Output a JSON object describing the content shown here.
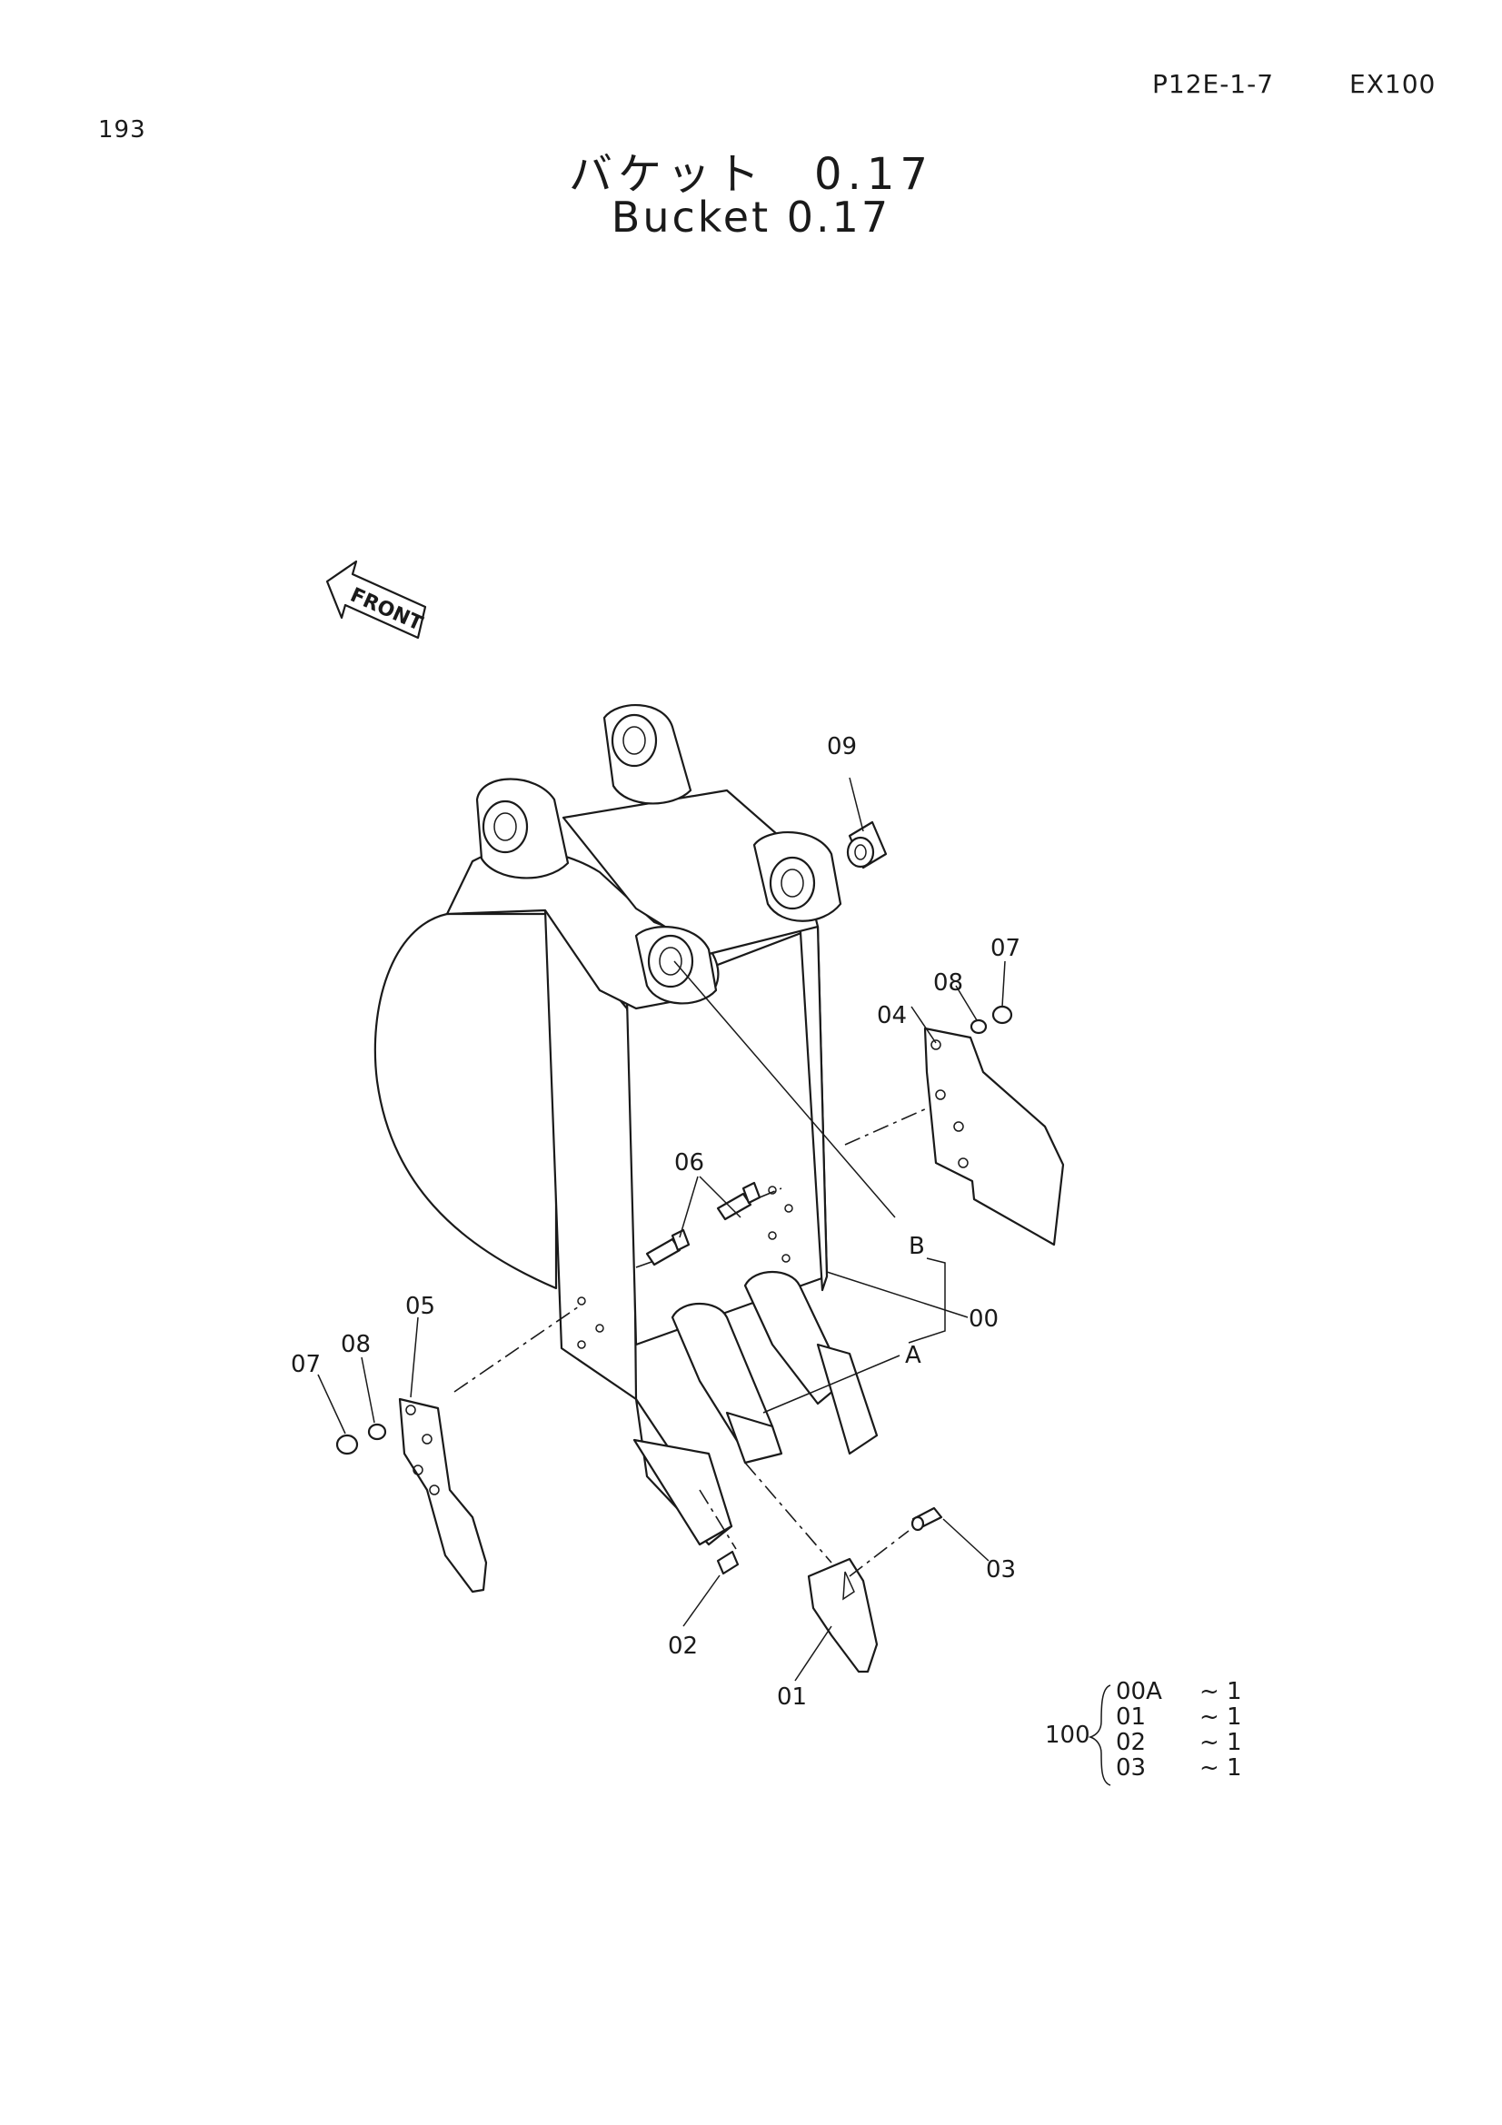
{
  "header": {
    "page_number": "193",
    "ref_code": "P12E-1-7",
    "model": "EX100"
  },
  "title": {
    "japanese": "バケット　0.17",
    "english": "Bucket 0.17"
  },
  "front_label": "FRONT",
  "callouts": {
    "c09": "09",
    "c07_right": "07",
    "c08_right": "08",
    "c04": "04",
    "c06": "06",
    "c_b": "B",
    "c00": "00",
    "c_a": "A",
    "c05": "05",
    "c08_left": "08",
    "c07_left": "07",
    "c03": "03",
    "c02": "02",
    "c01": "01"
  },
  "kit_table": {
    "assembly": "100",
    "rows": [
      {
        "part": "00A",
        "qty": "~ 1"
      },
      {
        "part": "01",
        "qty": "~ 1"
      },
      {
        "part": "02",
        "qty": "~ 1"
      },
      {
        "part": "03",
        "qty": "~ 1"
      }
    ]
  }
}
